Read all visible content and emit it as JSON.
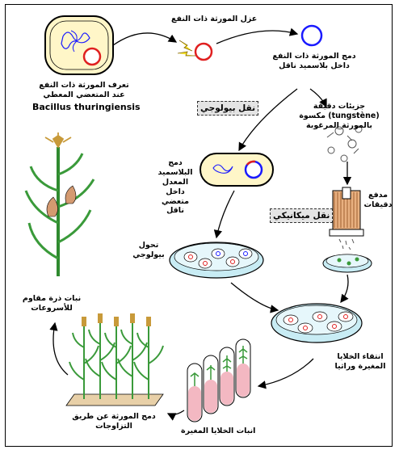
{
  "labels": {
    "isolate_gene": "عزل المورثة ذات النفع",
    "identify_gene": "تعرف المورثة ذات النفع عند المتعضي المعطي",
    "bacterium_name": "Bacillus thuringiensis",
    "integrate_plasmid": "دمج المورثة ذات النفع داخل بلاسميد ناقل",
    "tungsten_particles": "جزيئات دقيقة (tungstène) مكسوة بالمورثة المرغوبة",
    "integrate_modified_plasmid": "دمج البلاسميد المعدل داخل متعضي ناقل",
    "biological_transfer_box": "نقل بيولوجي",
    "mechanical_transfer_box": "نقل ميكانيكي",
    "particle_gun": "مدفع دقيقات",
    "biological_transformation": "تحول بيولوجي",
    "select_cells": "انتقاء الخلايا المغيرة وراثيا",
    "grow_cells": "انبات الخلايا المغيرة",
    "crossing": "دمج المورثة عن طريق التزاوجات",
    "resistant_corn": "نبات ذرة مقاوم للأسروعات"
  },
  "colors": {
    "gene_red": "#e02020",
    "plasmid_blue": "#1a1aff",
    "cell_fill": "#fff6c8",
    "tube_fill": "#f3b8c2",
    "leaf_green": "#3a9a3a",
    "dish_blue": "#c8ecf4"
  }
}
